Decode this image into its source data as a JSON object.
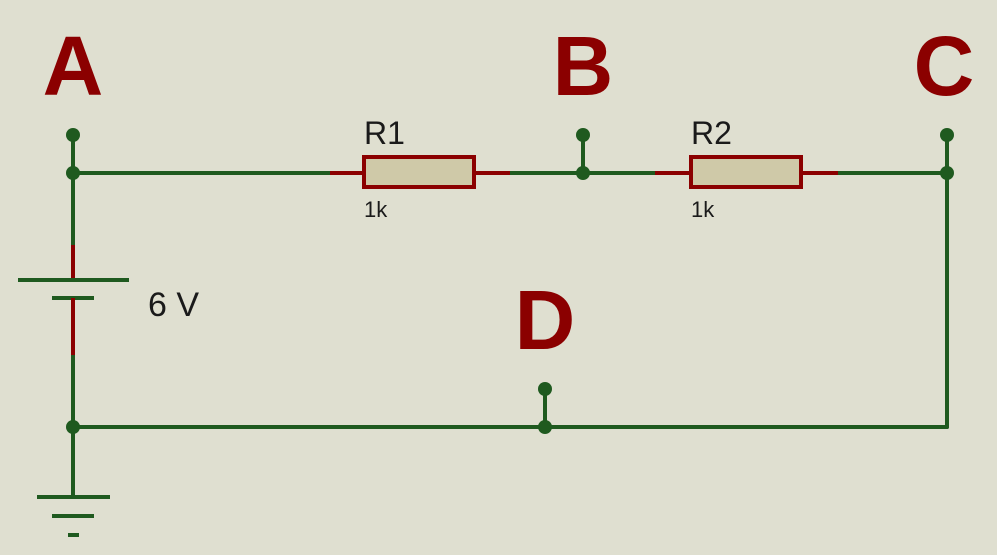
{
  "colors": {
    "background": "#dfdfd0",
    "wire": "#1f5a1f",
    "pin": "#8b0000",
    "resistor_body": "#cfc9a8",
    "resistor_outline": "#8b0000",
    "node_label": "#8b0000",
    "text": "#1a1a1a"
  },
  "nodes": {
    "a": "A",
    "b": "B",
    "c": "C",
    "d": "D"
  },
  "components": {
    "r1": {
      "ref": "R1",
      "value": "1k"
    },
    "r2": {
      "ref": "R2",
      "value": "1k"
    },
    "battery": {
      "value": "6 V"
    }
  },
  "icons": {
    "ground": "ground-icon",
    "battery": "battery-icon",
    "resistor": "resistor-icon"
  }
}
